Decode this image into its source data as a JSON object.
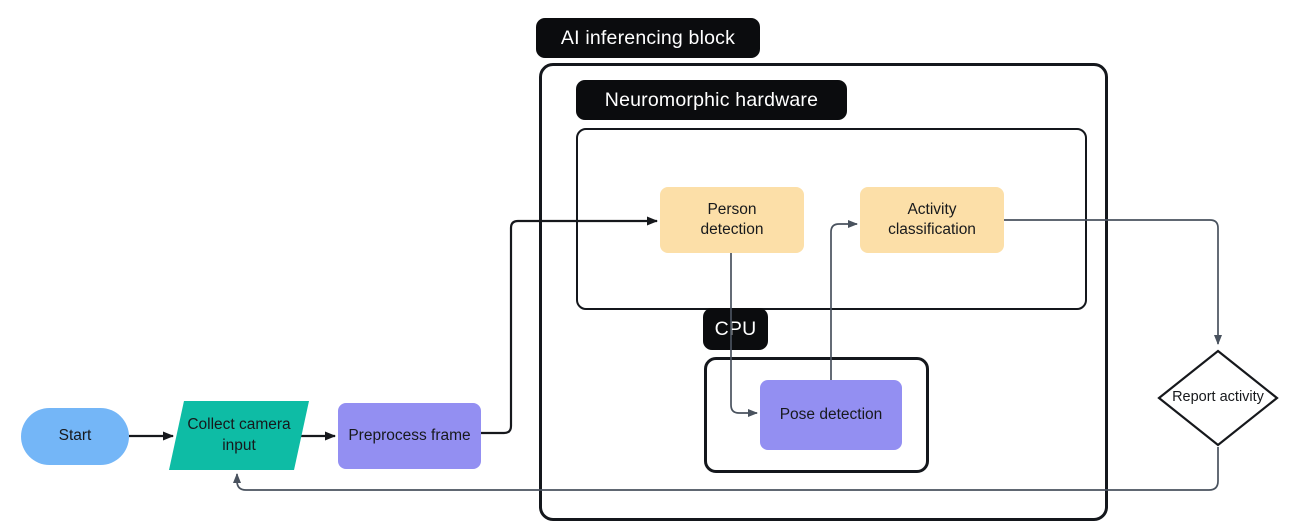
{
  "diagram": {
    "group_labels": {
      "ai_block": "AI inferencing block",
      "neuromorphic": "Neuromorphic hardware",
      "cpu": "CPU"
    },
    "nodes": {
      "start": "Start",
      "collect_camera_input": "Collect camera input",
      "preprocess_frame": "Preprocess frame",
      "person_detection": "Person detection",
      "activity_classification": "Activity classification",
      "pose_detection": "Pose detection",
      "report_activity": "Report activity"
    },
    "edges": [
      {
        "from": "start",
        "to": "collect_camera_input"
      },
      {
        "from": "collect_camera_input",
        "to": "preprocess_frame"
      },
      {
        "from": "preprocess_frame",
        "to": "person_detection"
      },
      {
        "from": "person_detection",
        "to": "pose_detection"
      },
      {
        "from": "pose_detection",
        "to": "activity_classification"
      },
      {
        "from": "activity_classification",
        "to": "report_activity"
      },
      {
        "from": "report_activity",
        "to": "collect_camera_input"
      }
    ],
    "colors": {
      "start_fill": "#74b6f7",
      "collect_fill": "#0ebca5",
      "process_fill": "#938ff2",
      "inference_fill": "#fcdfa8",
      "badge_bg": "#0b0c0e",
      "badge_text": "#ffffff",
      "container_border": "#14171c",
      "connector_black": "#16181c",
      "connector_gray": "#49525e",
      "node_text": "#17191c",
      "decision_fill": "#ffffff"
    }
  }
}
